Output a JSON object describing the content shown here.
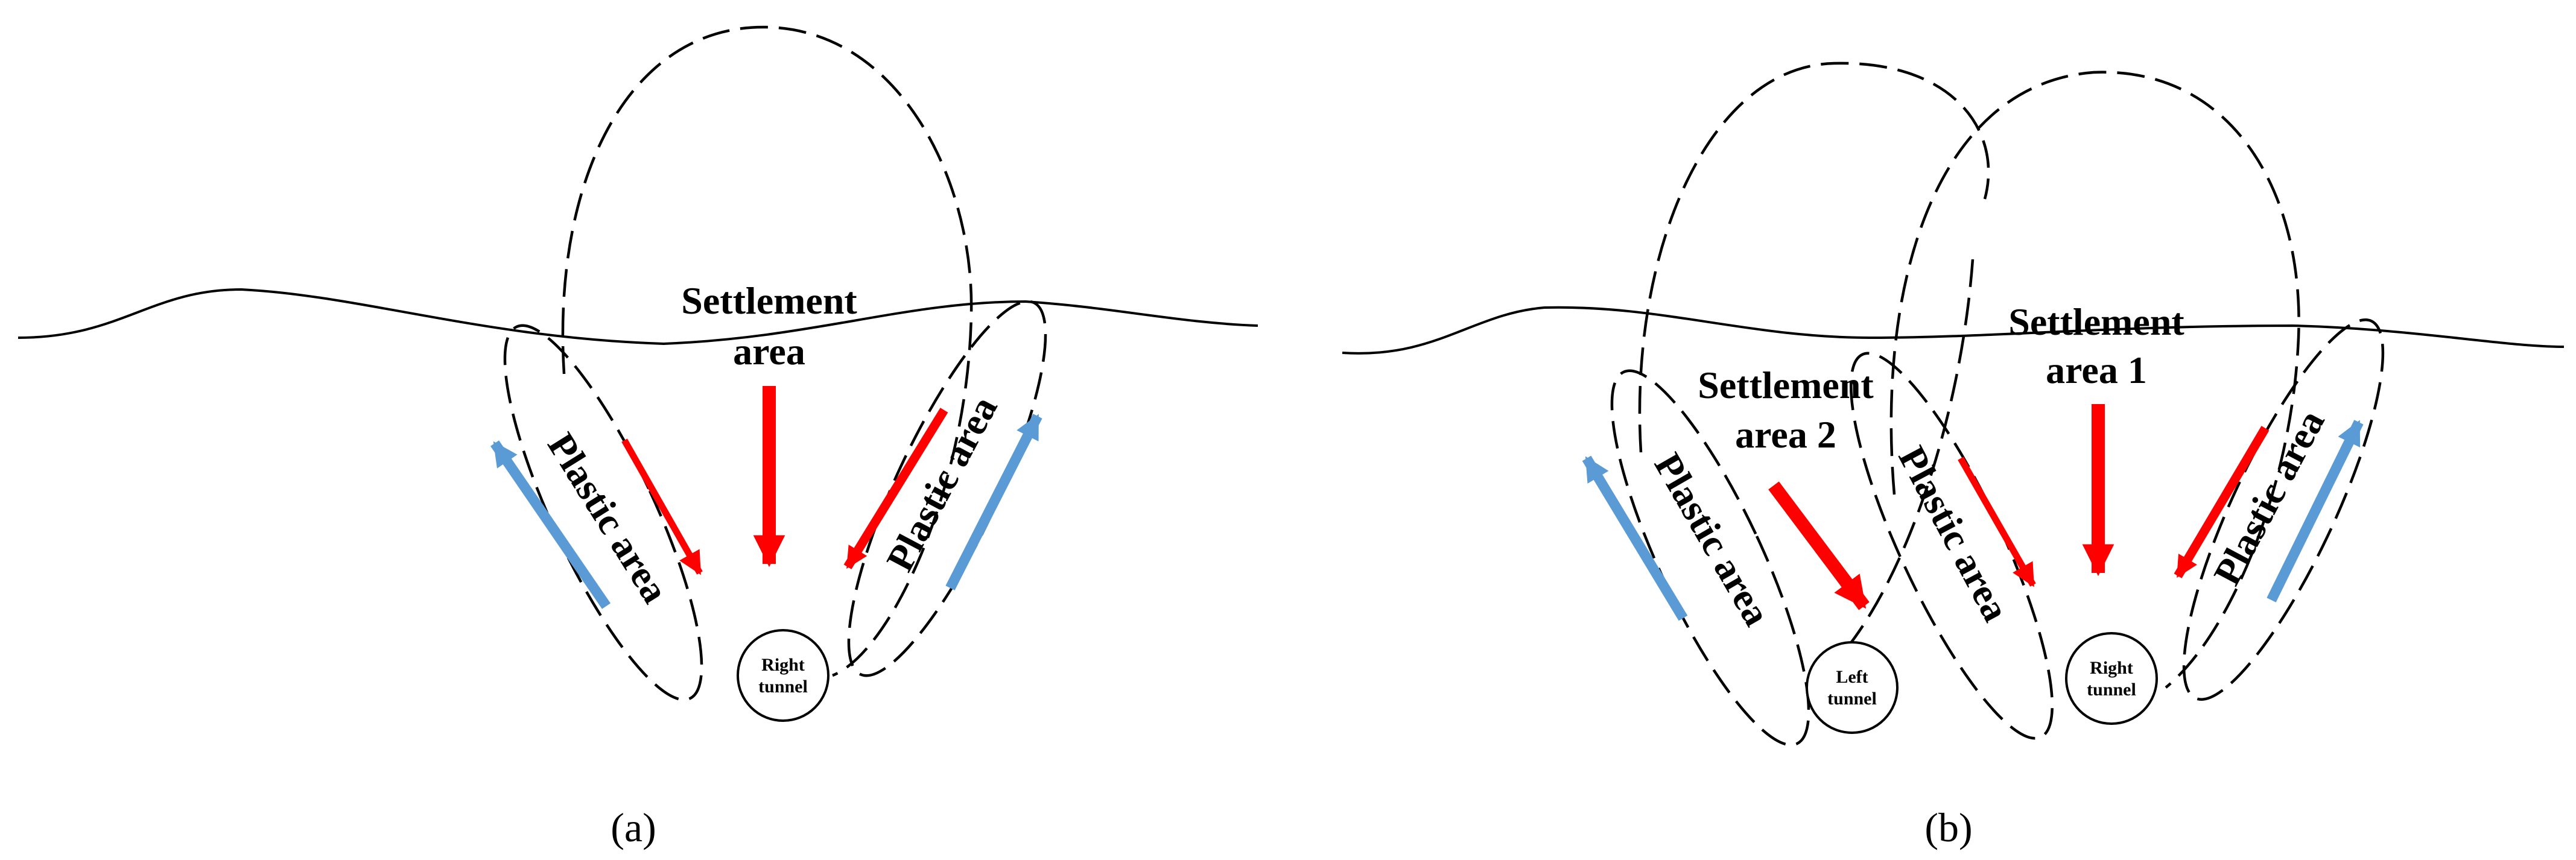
{
  "panel_a": {
    "settlement_line1": "Settlement",
    "settlement_line2": "area",
    "plastic_left": "Plastic area",
    "plastic_right": "Plastic area",
    "tunnel_line1": "Right",
    "tunnel_line2": "tunnel",
    "caption": "(a)"
  },
  "panel_b": {
    "settlement2_line1": "Settlement",
    "settlement2_line2": "area 2",
    "settlement1_line1": "Settlement",
    "settlement1_line2": "area 1",
    "plastic_left": "Plastic area",
    "plastic_middle": "Plastic area",
    "plastic_right": "Plastic area",
    "left_tunnel_line1": "Left",
    "left_tunnel_line2": "tunnel",
    "right_tunnel_line1": "Right",
    "right_tunnel_line2": "tunnel",
    "caption": "(b)"
  },
  "colors": {
    "settlement_arrow": "#ff0000",
    "uplift_arrow": "#5b9bd5",
    "line": "#000000"
  }
}
